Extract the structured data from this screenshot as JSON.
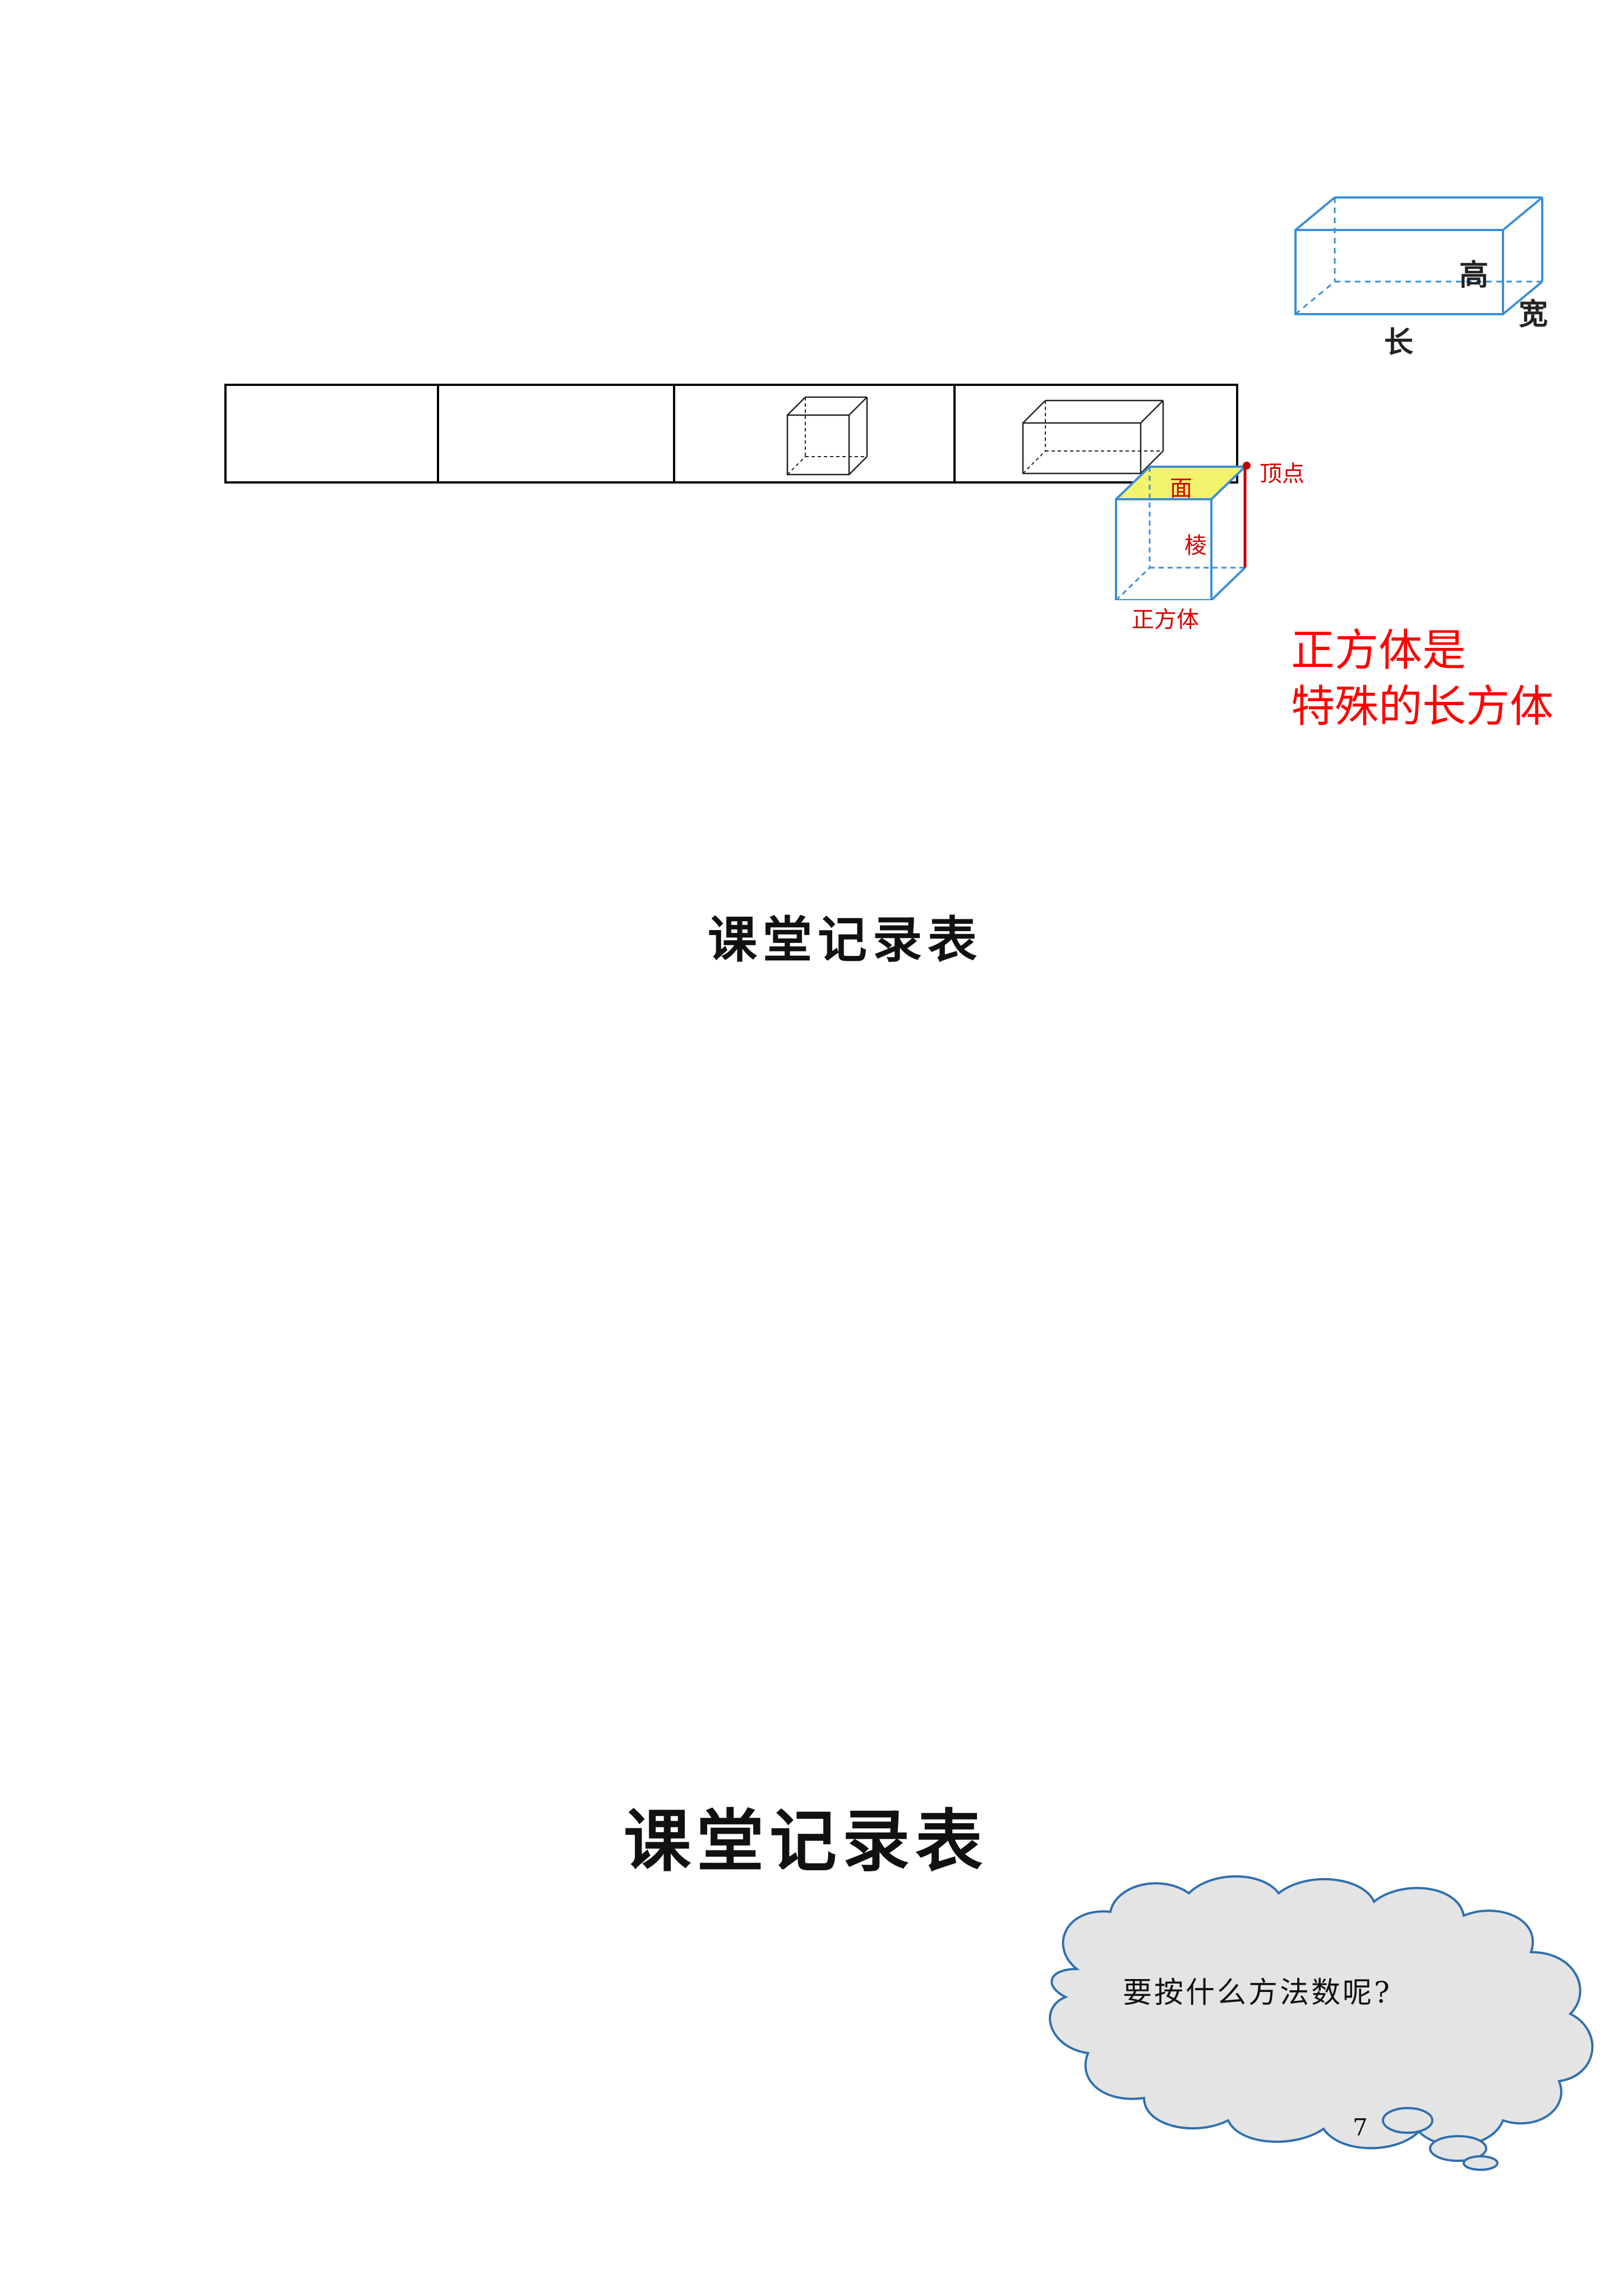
{
  "cuboid_diagram": {
    "labels": {
      "height": "高",
      "width": "宽",
      "length": "长"
    }
  },
  "cube_diagram": {
    "labels": {
      "face": "面",
      "edge": "棱",
      "vertex": "顶点",
      "name": "正方体"
    }
  },
  "note": {
    "line1": "正方体是",
    "line2": "特殊的长方体"
  },
  "record_table": {
    "cells": [
      "",
      "",
      "cube-figure",
      "cuboid-figure"
    ]
  },
  "section_title_1": "课堂记录表",
  "section_title_2": "课堂记录表",
  "cloud": {
    "text": "要按什么方法数呢?"
  },
  "page_number": "7",
  "colors": {
    "blue_line": "#3a8fd6",
    "red": "#ff0000",
    "face_yellow": "#f4f36e",
    "cloud_fill": "#e4e4e4",
    "cloud_stroke": "#2f6fae"
  }
}
